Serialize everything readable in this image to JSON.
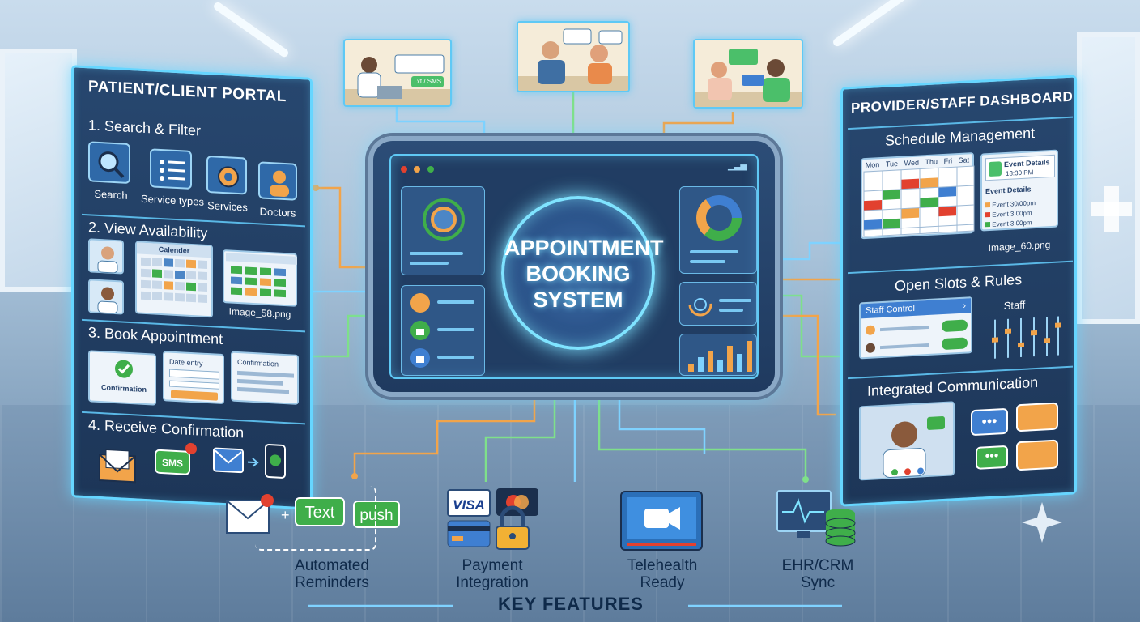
{
  "center": {
    "title_line1": "APPOINTMENT",
    "title_line2": "BOOKING",
    "title_line3": "SYSTEM"
  },
  "patient_portal": {
    "title": "PATIENT/CLIENT PORTAL",
    "steps": [
      {
        "title": "1. Search & Filter",
        "items": [
          "Search",
          "Service types",
          "Services",
          "Doctors"
        ]
      },
      {
        "title": "2. View Availability",
        "calendar_label": "Calender",
        "image_label": "Image_58.png"
      },
      {
        "title": "3. Book Appointment",
        "confirmation_label": "Confirmation",
        "date_entry_label": "Date entry",
        "confirmation_card_label": "Confirmation"
      },
      {
        "title": "4. Receive Confirmation",
        "sms_label": "SMS"
      }
    ]
  },
  "provider_dashboard": {
    "title": "PROVIDER/STAFF DASHBOARD",
    "schedule": {
      "title": "Schedule Management",
      "days": [
        "Mon",
        "Tue",
        "Wed",
        "Thu",
        "Fri",
        "Sat"
      ],
      "event_card_title": "Event Details",
      "event_card_time": "18:30 PM",
      "event_details_title": "Event Details",
      "events": [
        "Event  30/00pm",
        "Event  3:00pm",
        "Event  3:00pm"
      ],
      "image_label": "Image_60.png"
    },
    "slots": {
      "title": "Open Slots & Rules",
      "staff_control": "Staff Control",
      "staff_label": "Staff"
    },
    "communication": {
      "title": "Integrated Communication"
    }
  },
  "photo_cards": {
    "card1_badge": "Txt / SMS"
  },
  "features": {
    "heading": "KEY FEATURES",
    "items": [
      {
        "line1": "Automated",
        "line2": "Reminders",
        "badge1": "Text",
        "badge2": "push"
      },
      {
        "line1": "Payment",
        "line2": "Integration",
        "card_brand": "VISA"
      },
      {
        "line1": "Telehealth",
        "line2": "Ready"
      },
      {
        "line1": "EHR/CRM",
        "line2": "Sync"
      }
    ]
  },
  "colors": {
    "panel_border": "#66d6ff",
    "panel_bg": "#22406a",
    "line_orange": "#f2a44a",
    "line_green": "#7fe08a",
    "line_blue": "#7fd2ff",
    "accent_green": "#3fae4a"
  }
}
